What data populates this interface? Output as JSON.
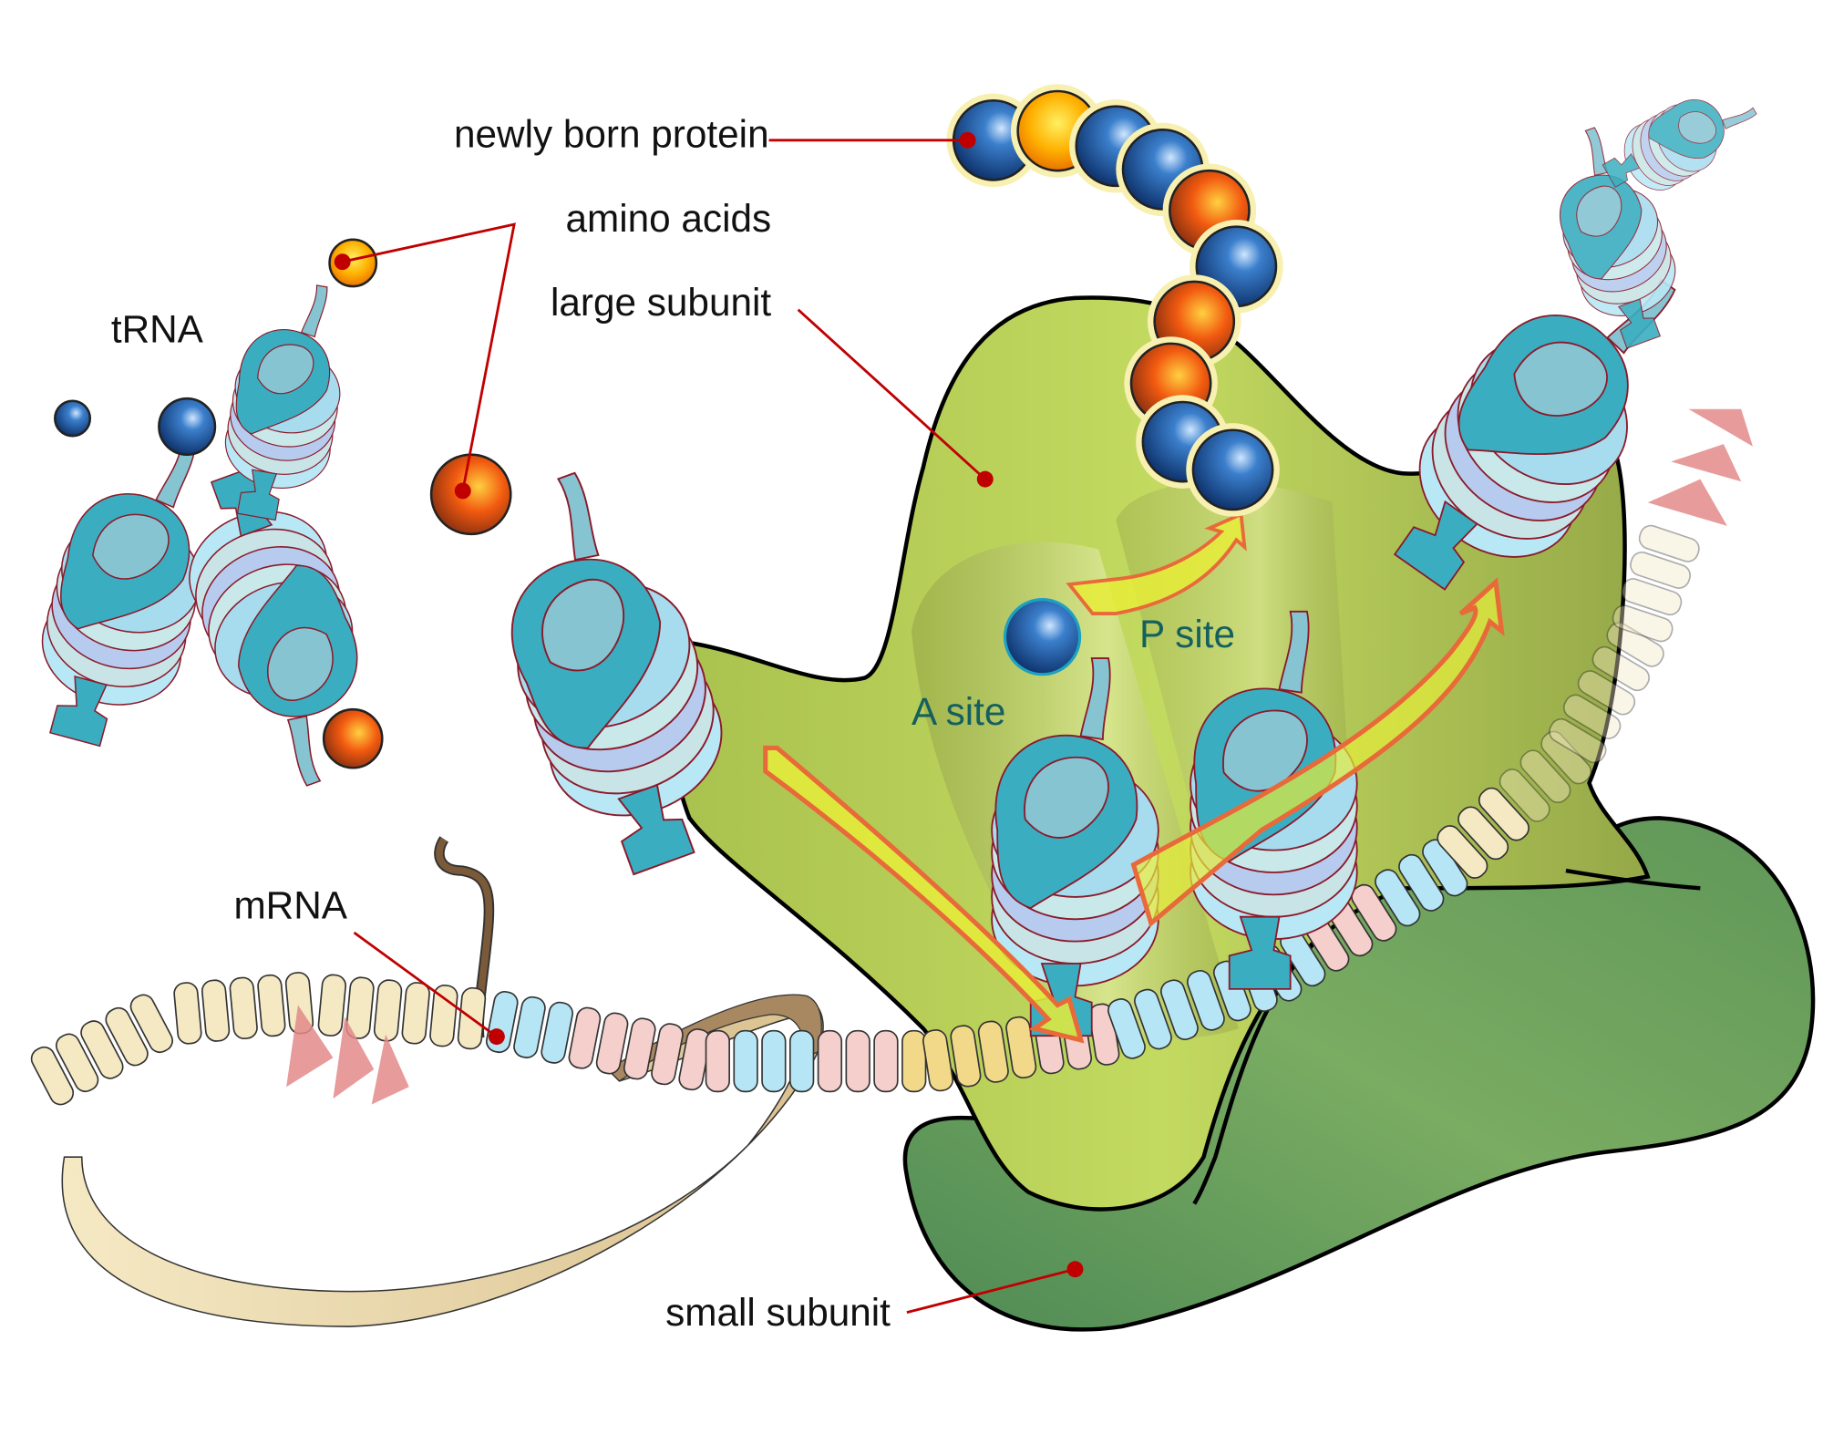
{
  "labels": {
    "protein": "newly born protein",
    "amino_acids": "amino acids",
    "large_subunit": "large subunit",
    "trna": "tRNA",
    "mrna": "mRNA",
    "small_subunit": "small subunit",
    "a_site": "A site",
    "p_site": "P site"
  },
  "colors": {
    "leader_line": "#c00000",
    "large_subunit": "#b5cc5a",
    "small_subunit": "#6a9e5a",
    "trna_dark": "#3aaec0",
    "trna_light": "#86c4d2",
    "mrna_cream": "#f5e9c4",
    "mrna_blue": "#b6e6f5",
    "mrna_pink": "#f5cfcb",
    "mrna_yellow": "#f2d98a",
    "arrow_fill": "#e6ec3a",
    "arrow_stroke": "#e86a3a",
    "site_text": "#15605f",
    "bead_blue": "#1d5fa8",
    "bead_orange": "#f25a10",
    "bead_gold": "#ffb000"
  },
  "protein_beads": [
    "blue",
    "gold",
    "blue",
    "blue",
    "orange",
    "blue",
    "orange",
    "orange",
    "blue",
    "blue"
  ]
}
